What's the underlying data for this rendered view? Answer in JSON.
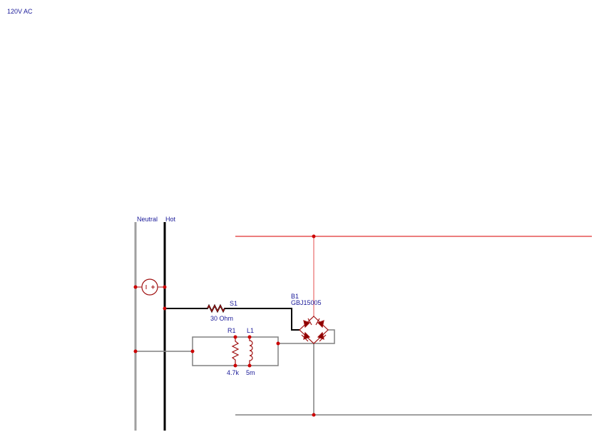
{
  "title": "120V AC",
  "rails": {
    "neutral": "Neutral",
    "hot": "Hot"
  },
  "components": {
    "s1": {
      "ref": "S1",
      "value": "30 Ohm"
    },
    "b1": {
      "ref": "B1",
      "value": "GBJ15005"
    },
    "r1": {
      "ref": "R1",
      "value": "4.7k"
    },
    "l1": {
      "ref": "L1",
      "value": "5m"
    }
  },
  "colors": {
    "wire_black": "#000000",
    "wire_gray": "#808080",
    "rail_neutral": "#a0a0a0",
    "dc_positive": "#e03030",
    "component": "#a01010",
    "junction": "#cc0000",
    "label": "#1a1a99"
  }
}
